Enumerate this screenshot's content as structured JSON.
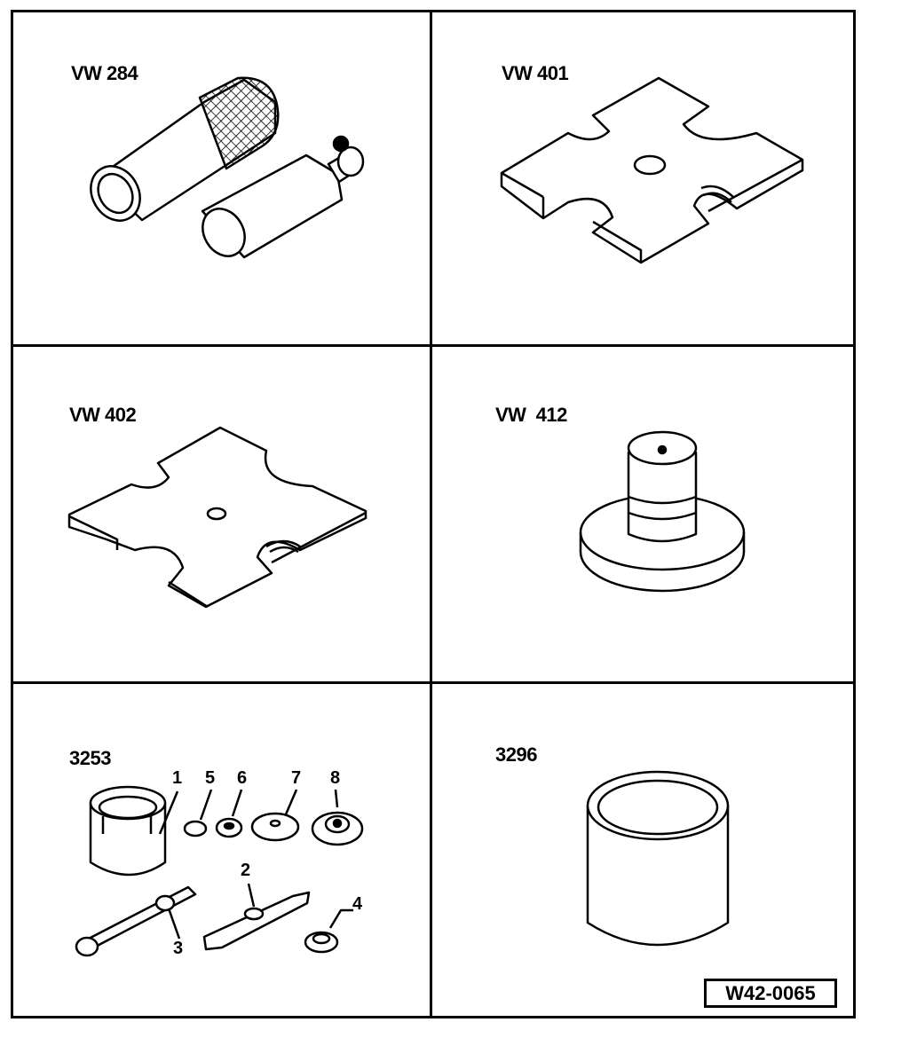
{
  "tools": [
    {
      "label": "VW 284"
    },
    {
      "label": "VW 401"
    },
    {
      "label": "VW 402"
    },
    {
      "label": "VW  412"
    },
    {
      "label": "3253"
    },
    {
      "label": "3296"
    }
  ],
  "part_numbers": [
    "1",
    "5",
    "6",
    "7",
    "8",
    "2",
    "4",
    "3"
  ],
  "figure_id": "W42-0065"
}
